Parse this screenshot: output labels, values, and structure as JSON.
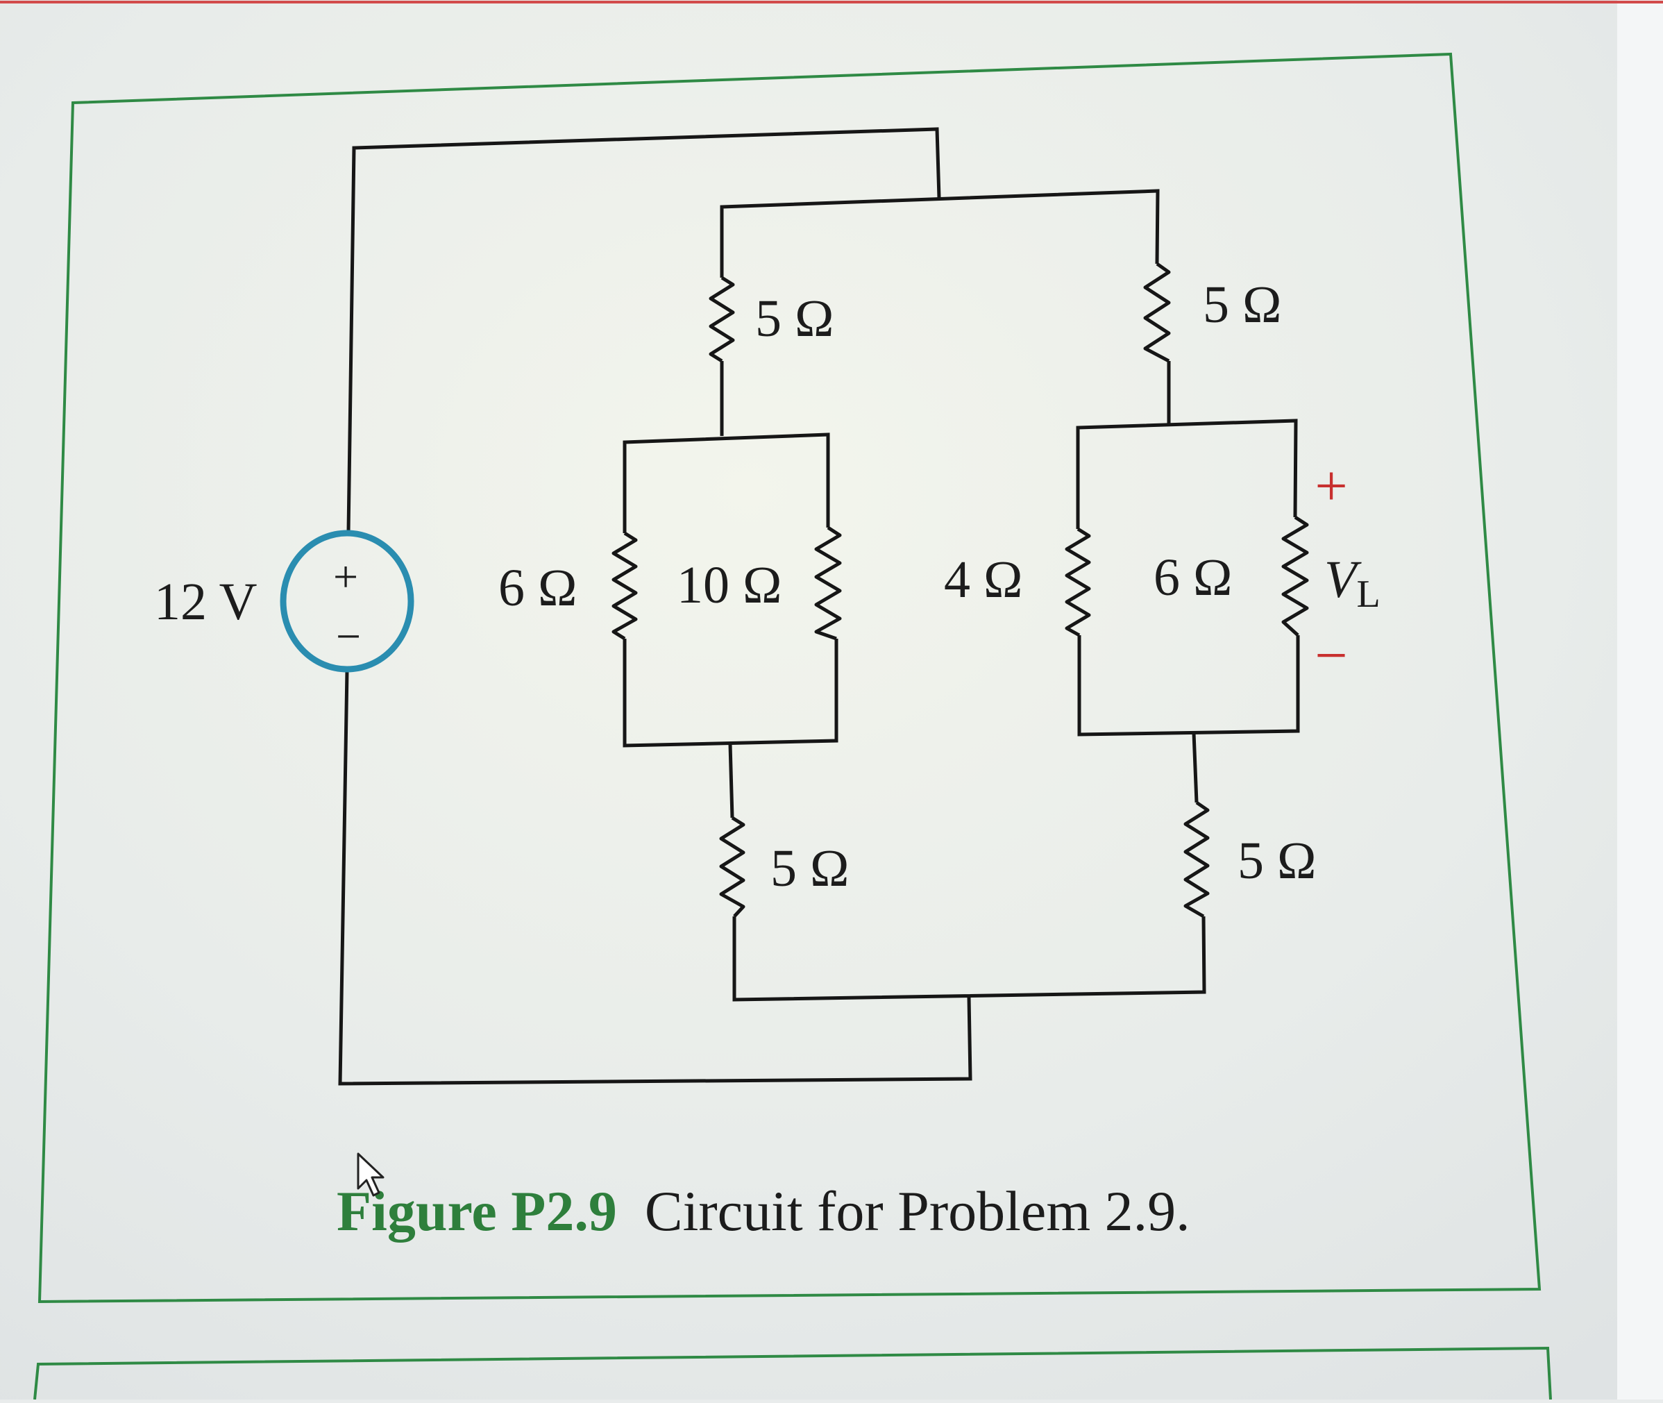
{
  "figure": {
    "source_label": "12 V",
    "source_plus": "+",
    "source_minus": "−",
    "resistors": {
      "r_top_left": "5 Ω",
      "r_top_right": "5 Ω",
      "r_mid_6": "6 Ω",
      "r_mid_10": "10 Ω",
      "r_mid_4": "4 Ω",
      "r_mid_6_load": "6 Ω",
      "r_bottom_left": "5 Ω",
      "r_bottom_right": "5 Ω"
    },
    "load": {
      "plus": "+",
      "minus": "−",
      "voltage_symbol": "V",
      "voltage_subscript": "L"
    },
    "caption_label": "Figure P2.9",
    "caption_text": "Circuit for Problem 2.9."
  },
  "colors": {
    "wire": "#161616",
    "frame": "#2f8a45",
    "source_circle": "#2a8db0",
    "caption_label": "#2e7f3c",
    "polarity": "#c8302f",
    "text": "#1c1c1c"
  }
}
